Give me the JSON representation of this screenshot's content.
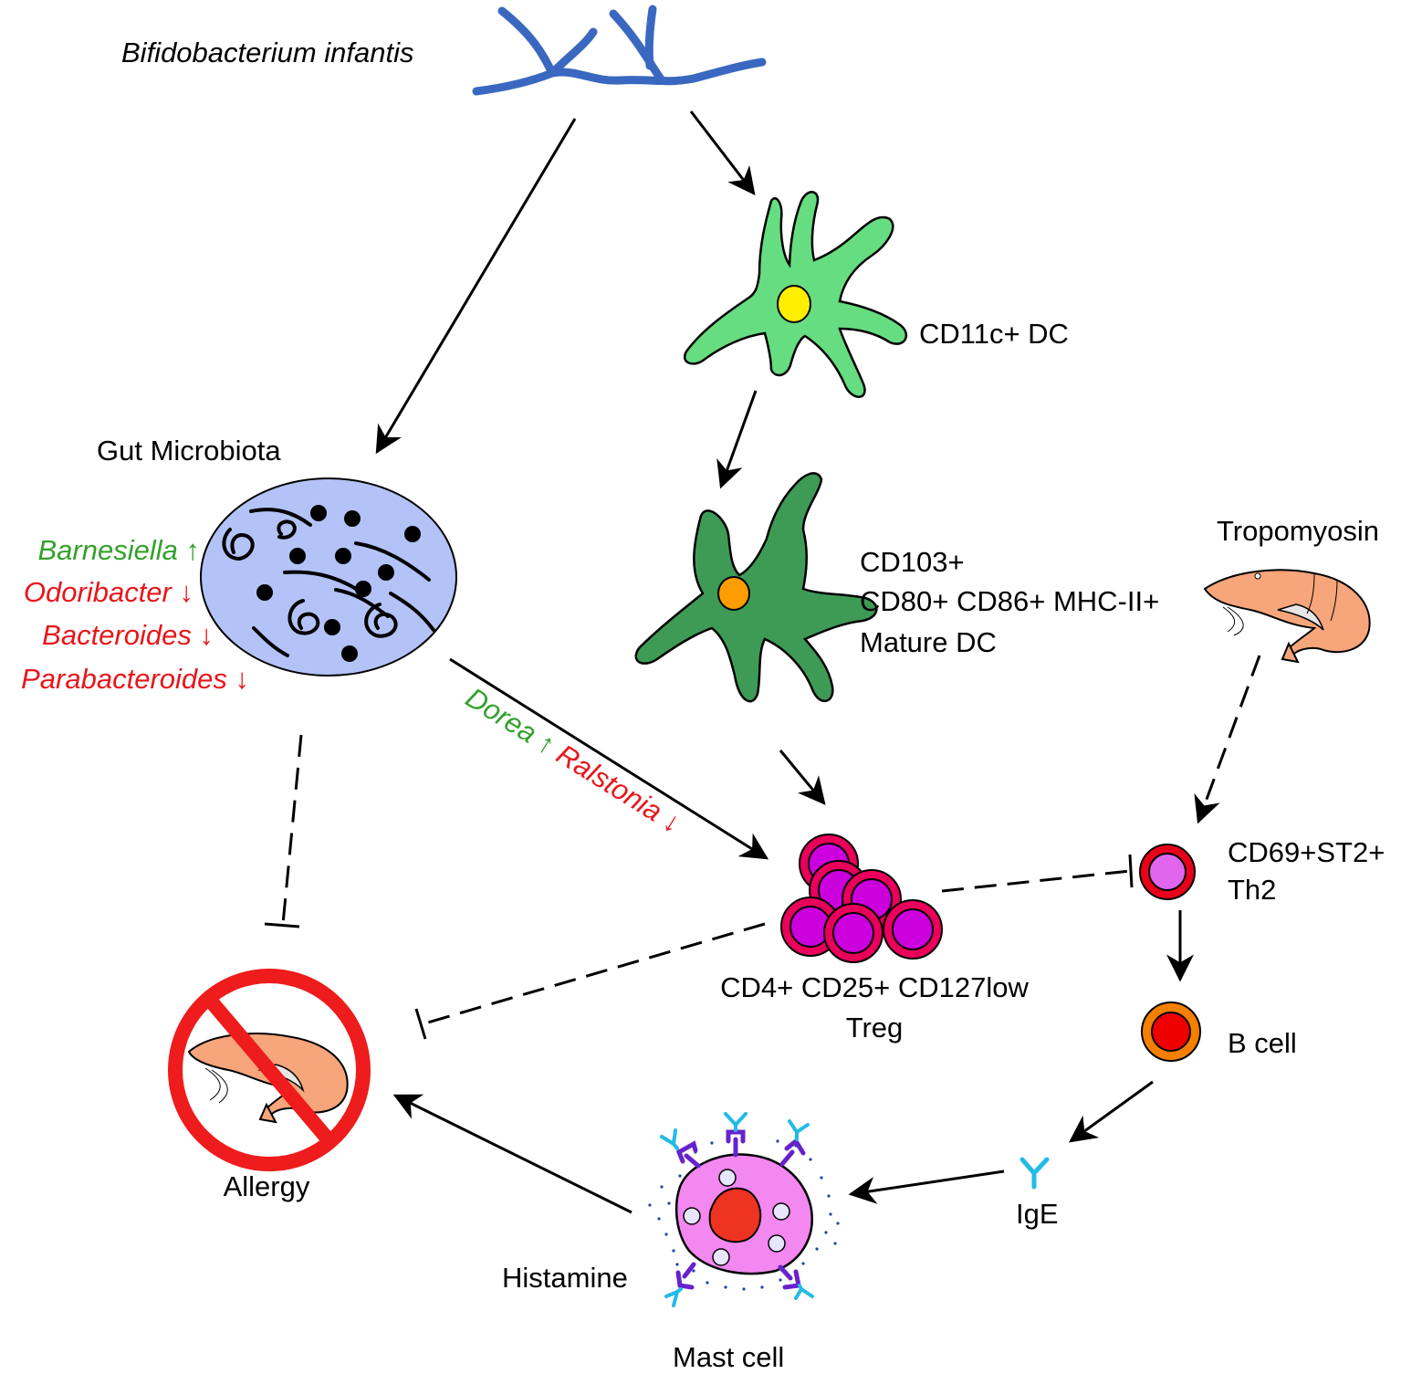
{
  "bacterium": {
    "name": "Bifidobacterium infantis",
    "color": "#3a68c0"
  },
  "gut": {
    "title": "Gut Microbiota",
    "taxa": [
      {
        "name": "Barnesiella",
        "arrow": "↑",
        "color": "#33a02c"
      },
      {
        "name": "Odoribacter",
        "arrow": "↓",
        "color": "#e8161b"
      },
      {
        "name": "Bacteroides",
        "arrow": "↓",
        "color": "#e8161b"
      },
      {
        "name": "Parabacteroides",
        "arrow": "↓",
        "color": "#e8161b"
      }
    ]
  },
  "diagonal": {
    "taxon1": "Dorea",
    "arrow1": "↑",
    "color1": "#33a02c",
    "taxon2": "Ralstonia",
    "arrow2": "↓",
    "color2": "#e8161b"
  },
  "dc1": {
    "label": "CD11c+ DC"
  },
  "dc2": {
    "line1": "CD103+",
    "line2": "CD80+ CD86+ MHC-II+",
    "line3": "Mature DC"
  },
  "tropomyosin": {
    "label": "Tropomyosin"
  },
  "treg": {
    "line1": "CD4+ CD25+ CD127low",
    "line2": "Treg"
  },
  "th2": {
    "line1": "CD69+ST2+",
    "line2": "Th2"
  },
  "bcell": {
    "label": "B cell"
  },
  "ige": {
    "label": "IgE"
  },
  "mast": {
    "label": "Mast cell"
  },
  "histamine": {
    "label": "Histamine"
  },
  "allergy": {
    "label": "Allergy"
  },
  "colors": {
    "dc_light": "#66dd80",
    "dc_dark": "#3e9b55",
    "nucleus_yellow": "#ffee00",
    "nucleus_orange": "#ff9c00",
    "treg_outer": "#e8005a",
    "treg_inner": "#cc00dd",
    "th2_outer": "#e8001a",
    "th2_inner": "#e066ee",
    "b_outer": "#f57f00",
    "b_inner": "#ee0000",
    "ige": "#22bbe6",
    "receptor": "#6622cc",
    "mast_body": "#f288f0",
    "mast_nucleus": "#ee3322",
    "gut_bg": "#b3c3f7",
    "shrimp": "#f7a57a",
    "no_sign": "#ee1c1c"
  }
}
